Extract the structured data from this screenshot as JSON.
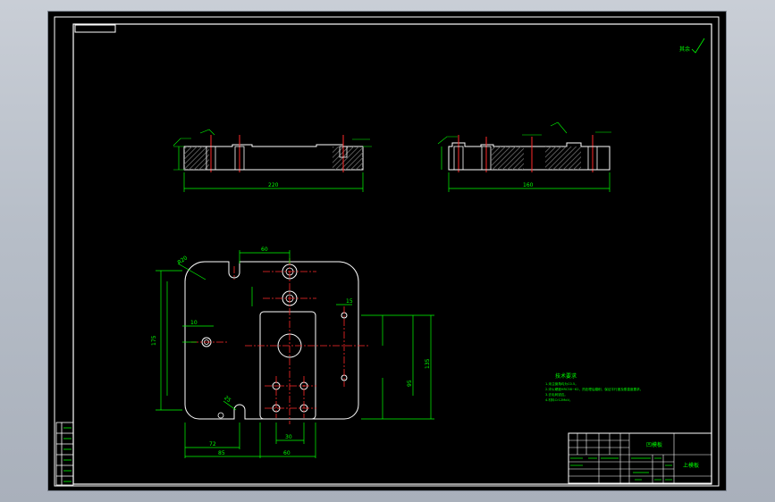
{
  "colors": {
    "background": "#000000",
    "frame": "#ffffff",
    "dimension": "#00ff00",
    "centerline": "#ff2a2a",
    "hatch": "#6e6e6e"
  },
  "drawing": {
    "title_block_name": "上模板",
    "title_block_label": "凹模板",
    "tech_notes_heading": "技术要求",
    "tech_notes": [
      "1.未注倒角均为C0.5。",
      "2.淬火硬度HRC58~62，热处理后磨削，保证平行度及垂直度要求。",
      "3.去毛刺锐边。",
      "4.材料Cr12MoV。"
    ],
    "corner_label": "其余"
  },
  "dimensions": {
    "top_left_width": "220",
    "top_right_width": "160",
    "plan_top": "60",
    "plan_left_height": "175",
    "plan_right_height": "135",
    "plan_inner_height": "95",
    "plan_bottom_1": "72",
    "plan_bottom_2": "85",
    "plan_bottom_3": "60",
    "plan_bottom_4": "30",
    "plan_corner_radius": "R20",
    "plan_small_1": "10",
    "plan_small_2": "15",
    "plan_small_3": "25"
  },
  "left_sheet_rows": [
    "",
    "",
    "",
    "",
    "",
    ""
  ]
}
